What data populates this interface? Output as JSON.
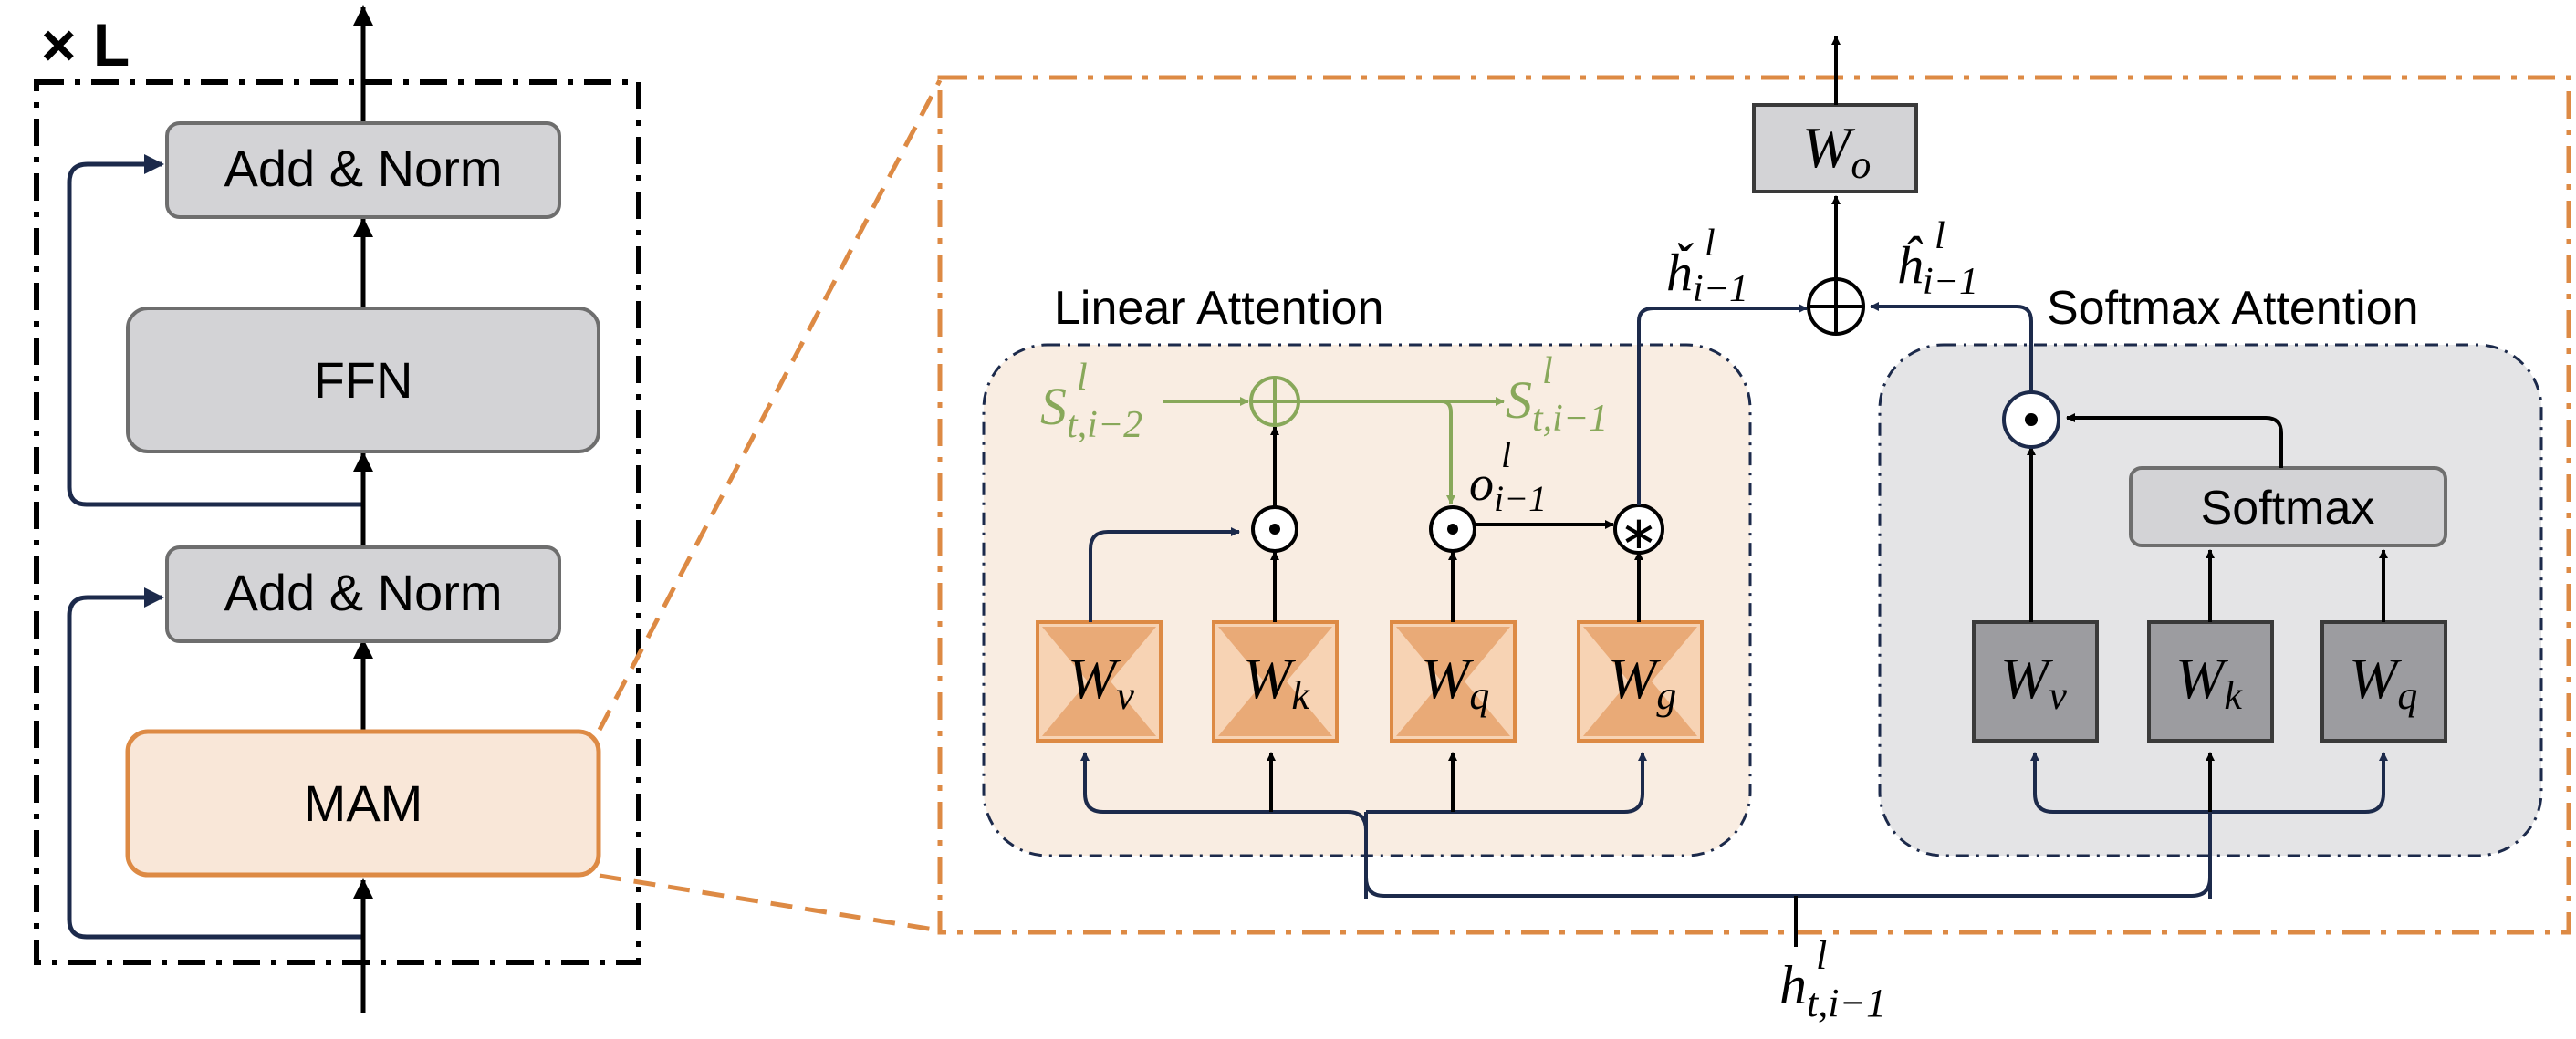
{
  "left_block": {
    "repeat_label": "× L",
    "add_norm_top": "Add & Norm",
    "ffn": "FFN",
    "add_norm_bottom": "Add & Norm",
    "mam": "MAM"
  },
  "linear_attention": {
    "title": "Linear Attention",
    "weights": [
      {
        "base": "W",
        "sub": "v"
      },
      {
        "base": "W",
        "sub": "k"
      },
      {
        "base": "W",
        "sub": "q"
      },
      {
        "base": "W",
        "sub": "g"
      }
    ],
    "state_prev": {
      "base": "S",
      "sup": "l",
      "sub": "t,i−2"
    },
    "state_curr": {
      "base": "S",
      "sup": "l",
      "sub": "t,i−1"
    },
    "output": {
      "base": "o",
      "sup": "l",
      "sub": "i−1"
    },
    "dot_symbol": "⊙",
    "star_symbol": "∗"
  },
  "softmax_attention": {
    "title": "Softmax Attention",
    "softmax_label": "Softmax",
    "weights": [
      {
        "base": "W",
        "sub": "v"
      },
      {
        "base": "W",
        "sub": "k"
      },
      {
        "base": "W",
        "sub": "q"
      }
    ]
  },
  "merge": {
    "left_input": {
      "base": "ȟ",
      "sup": "l",
      "sub": "i−1"
    },
    "right_input": {
      "base": "ĥ",
      "sup": "l",
      "sub": "i−1"
    },
    "plus_symbol": "⊕",
    "output_weight": {
      "base": "W",
      "sub": "o"
    }
  },
  "input": {
    "base": "h",
    "sup": "l",
    "sub": "t,i−1"
  },
  "colors": {
    "orange": "#dd8a44",
    "orange_fill": "#f9e7d8",
    "orange_weight": "#eeb98d",
    "gray_box": "#d3d3d6",
    "gray_panel": "#e4e4e6",
    "dark_weight": "#9c9ca0",
    "navy": "#1c2a4b",
    "green": "#88a85a"
  }
}
